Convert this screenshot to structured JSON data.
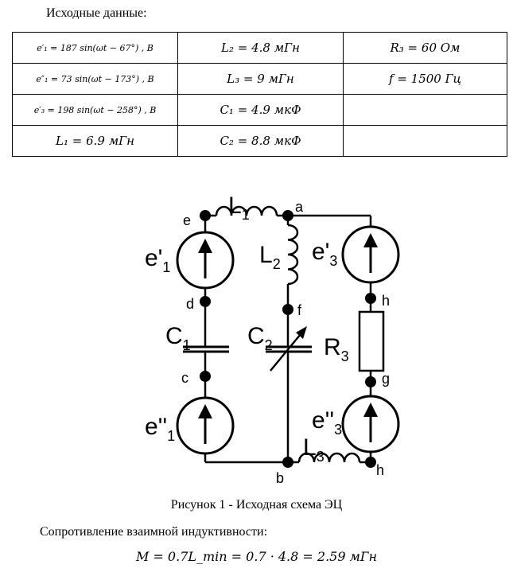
{
  "heading": "Исходные данные:",
  "table": {
    "rows": [
      [
        "e′₁ = 187 sin(ωt − 67°) , B",
        "L₂ = 4.8 мГн",
        "R₃ = 60 Ом"
      ],
      [
        "e″₁ = 73 sin(ωt − 173°) , B",
        "L₃ = 9 мГн",
        "f = 1500 Гц"
      ],
      [
        "e′₃ = 198 sin(ωt − 258°) , B",
        "C₁ = 4.9 мкФ",
        ""
      ],
      [
        "L₁ = 6.9 мГн",
        "C₂ = 8.8 мкФ",
        ""
      ]
    ]
  },
  "circuit": {
    "nodes": {
      "a": "a",
      "b": "b",
      "c": "c",
      "d": "d",
      "e": "e",
      "f": "f",
      "g": "g",
      "h_top": "h",
      "h_bottom": "h"
    },
    "labels": {
      "L1_main": "L",
      "L1_sub": "1",
      "L2_main": "L",
      "L2_sub": "2",
      "L3_main": "L",
      "L3_sub": "3",
      "C1_main": "C",
      "C1_sub": "1",
      "C2_main": "C",
      "C2_sub": "2",
      "R3_main": "R",
      "R3_sub": "3",
      "e1p_main": "e'",
      "e1p_sub": "1",
      "e1pp_main": "e''",
      "e1pp_sub": "1",
      "e3p_main": "e'",
      "e3p_sub": "3",
      "e3pp_main": "e''",
      "e3pp_sub": "3"
    }
  },
  "caption": "Рисунок 1 - Исходная схема ЭЦ",
  "paragraph": "Сопротивление взаимной индуктивности:",
  "formula": "M = 0.7L_min = 0.7 · 4.8 = 2.59 мГн"
}
